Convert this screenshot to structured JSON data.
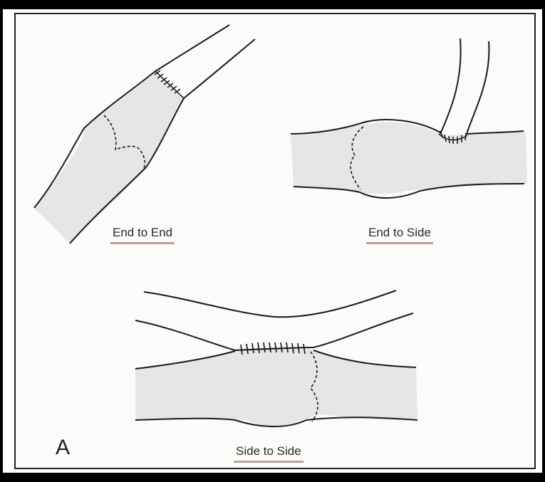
{
  "labels": {
    "end_to_end": "End to End",
    "end_to_side": "End to Side",
    "side_to_side": "Side to Side",
    "panel": "A"
  },
  "colors": {
    "vessel_fill": "#e6e6e4",
    "line": "#1a1a1a",
    "underline": "#a07a70"
  }
}
